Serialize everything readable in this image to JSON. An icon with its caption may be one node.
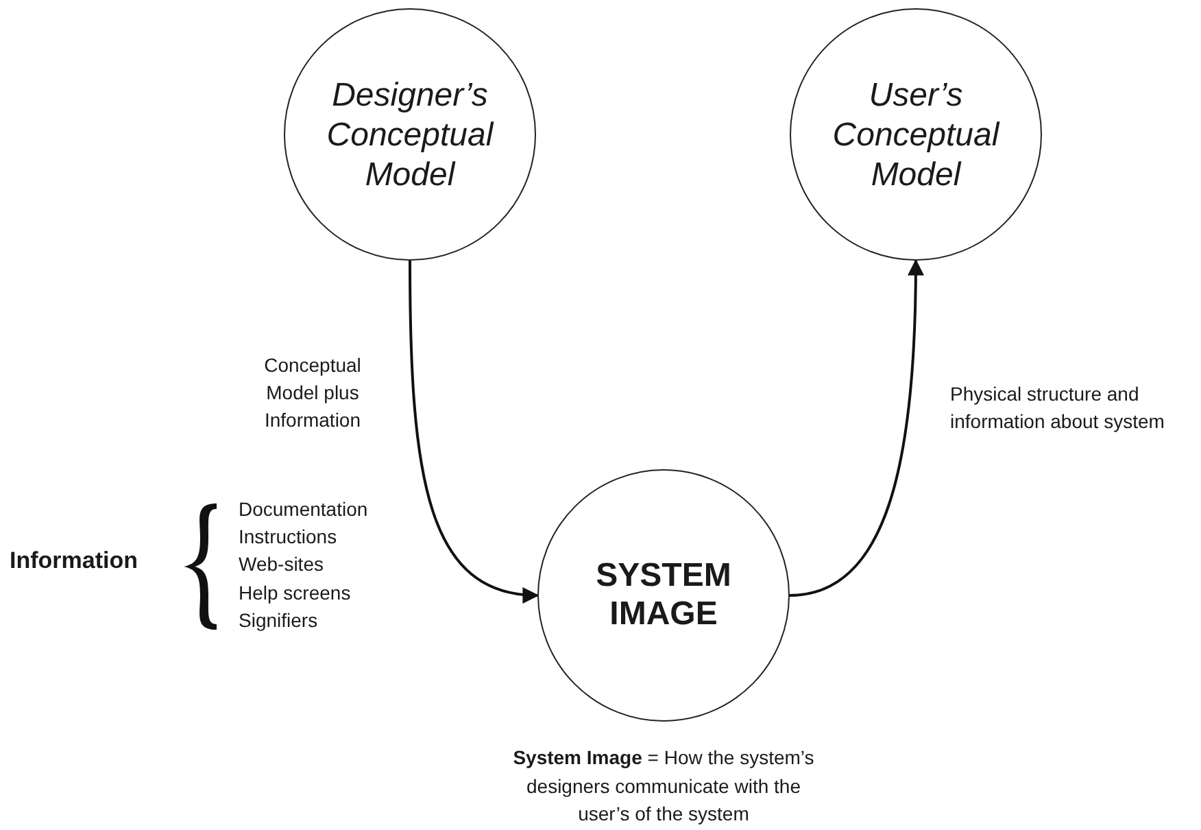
{
  "diagram": {
    "nodes": [
      {
        "text": [
          "Designer’s Conceptual Model"
        ]
      },
      {
        "text": [
          "User’s Conceptual Model"
        ]
      },
      {
        "text": [
          "SYSTEM IMAGE"
        ],
        "beside": [
          "**System Image** = How the system’s designers communicate with the user’s of the system"
        ]
      }
    ],
    "edges": [
      {
        "from": 0,
        "to": 2,
        "arrow": "to",
        "label": "Conceptual Model plus Information"
      },
      {
        "from": 2,
        "to": 1,
        "arrow": "to",
        "label": "Physical structure and information about system"
      }
    ],
    "labels": [
      "Information",
      "Documentation",
      "Instructions",
      "Web-sites",
      "Help screens",
      "Signifiers"
    ]
  }
}
